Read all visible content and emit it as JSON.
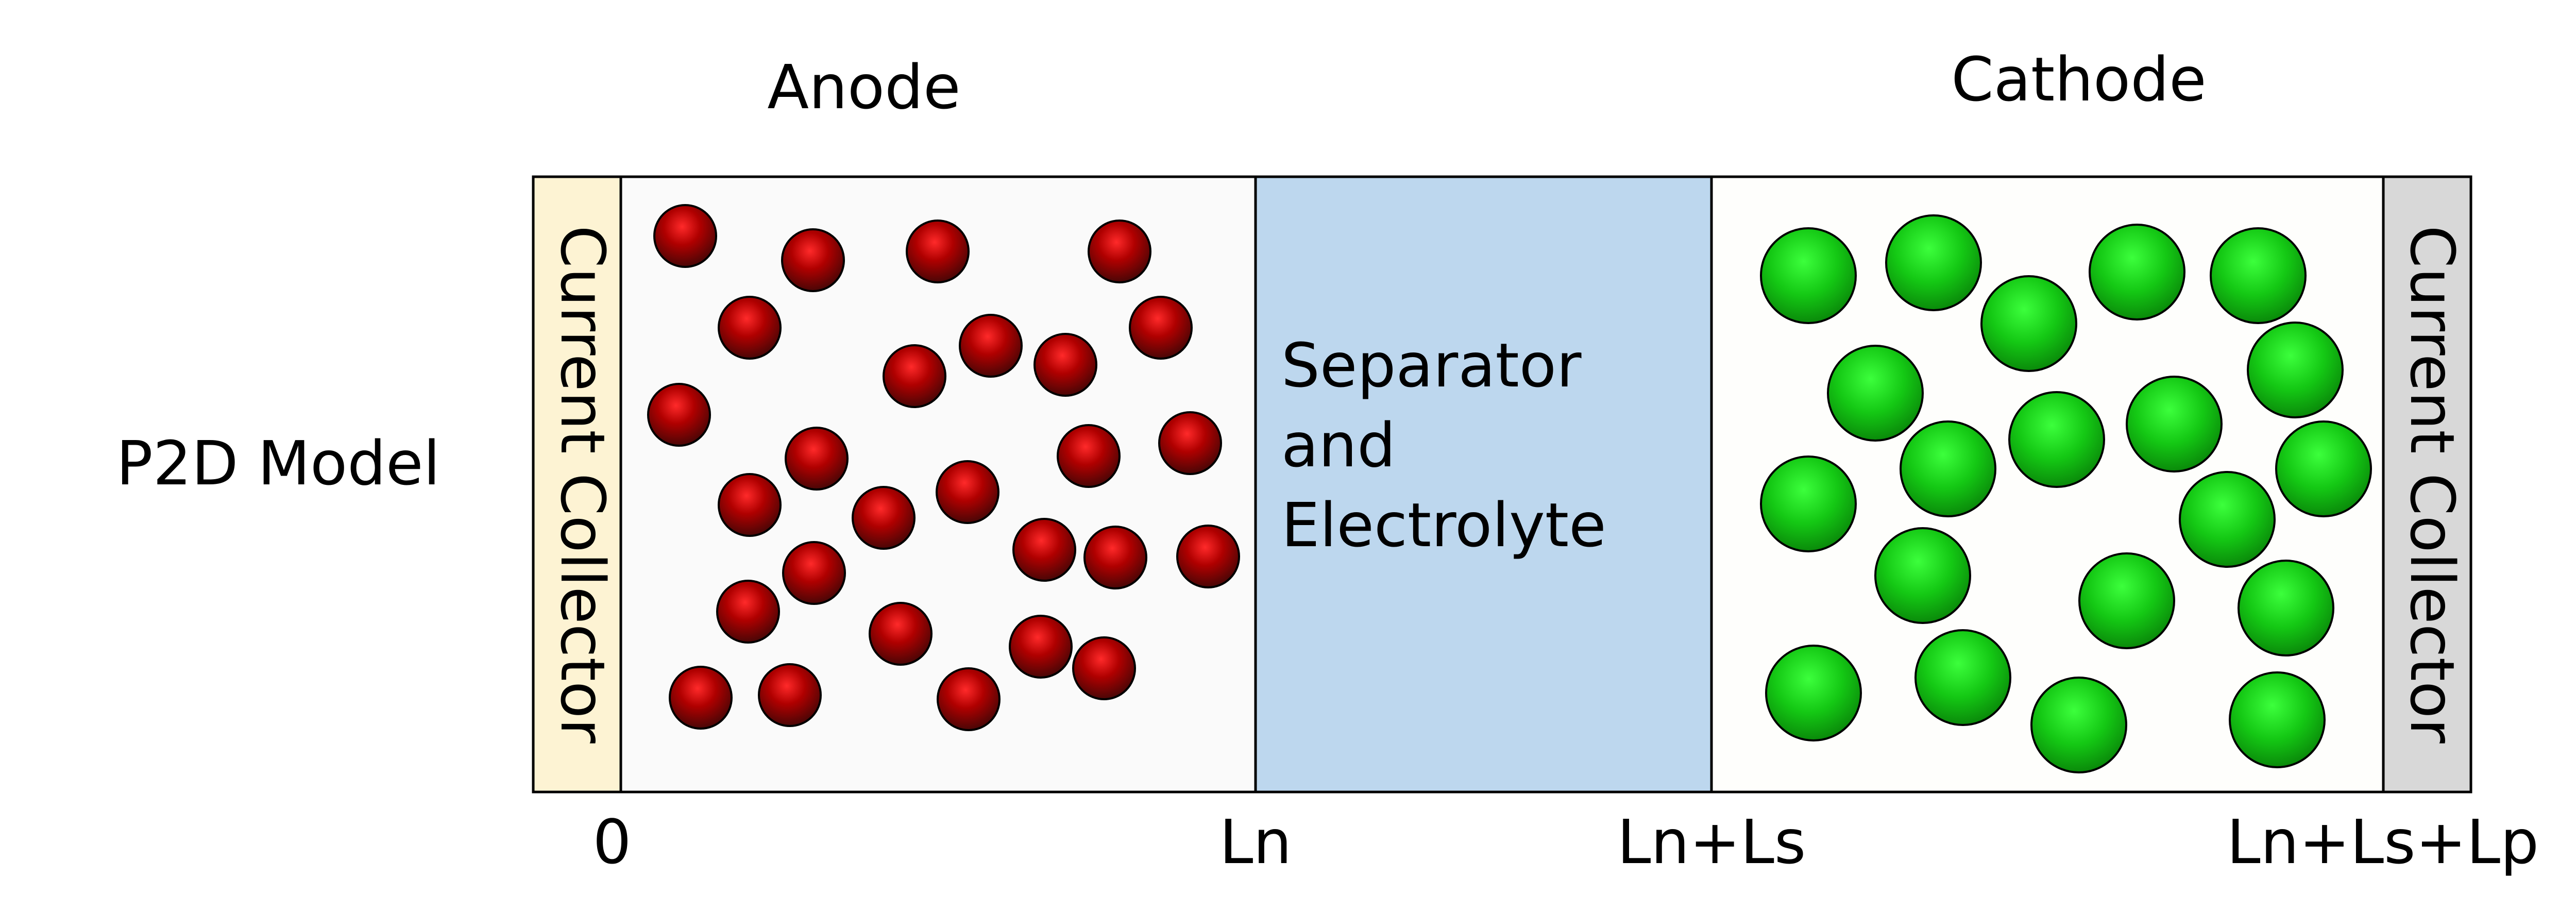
{
  "model_label": "P2D Model",
  "regions": {
    "anode_title": "Anode",
    "cathode_title": "Cathode",
    "left_collector": "Current Collector",
    "right_collector": "Current Collector",
    "separator_lines": [
      "Separator",
      "and",
      "Electrolyte"
    ]
  },
  "axis_labels": {
    "origin": "0",
    "ln": "Ln",
    "ln_ls": "Ln+Ls",
    "ln_ls_lp": "Ln+Ls+Lp"
  },
  "colors": {
    "left_collector_fill": "#fdf3d3",
    "right_collector_fill": "#d8d8d8",
    "electrode_fill": "#fafafa",
    "separator_fill": "#bdd7ee",
    "anode_particle": "#c00000",
    "cathode_particle": "#10c010"
  }
}
